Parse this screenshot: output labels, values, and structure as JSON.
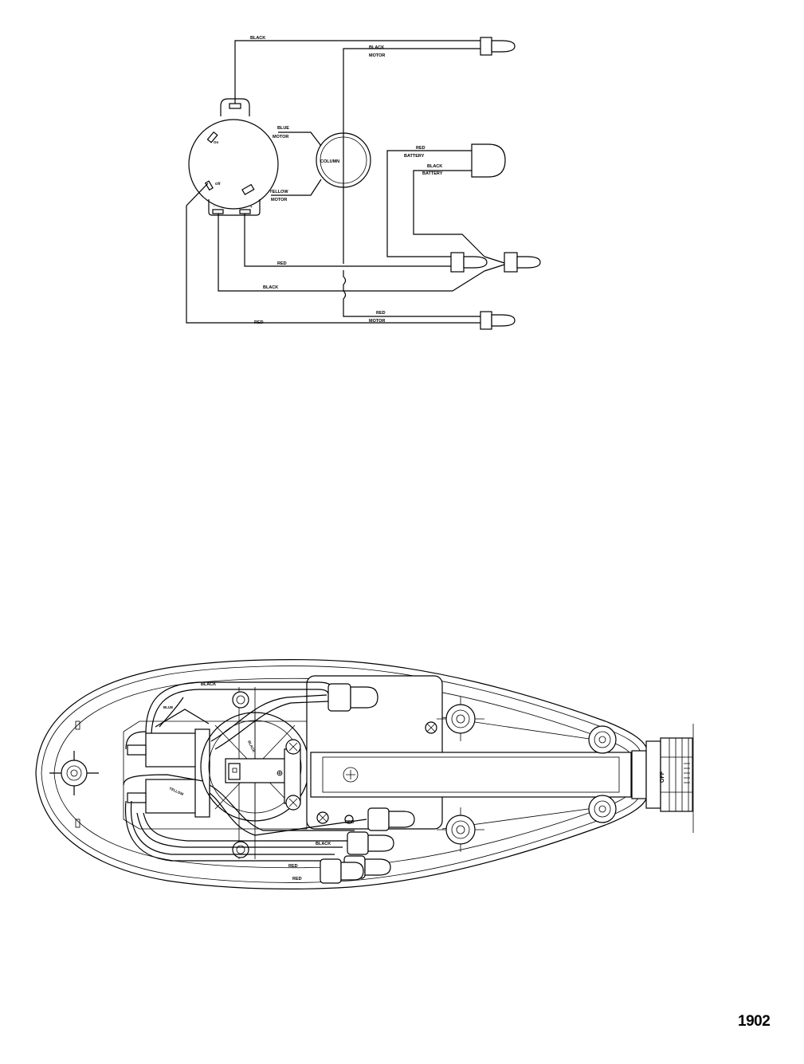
{
  "figure_number": "1902",
  "schematic": {
    "wire_black_top": "BLACK",
    "motor_black_color": "BLACK",
    "motor_black_motor": "MOTOR",
    "blue_color": "BLUE",
    "blue_motor": "MOTOR",
    "column": "COLUMN",
    "yellow_color": "YELLOW",
    "yellow_motor": "MOTOR",
    "battery_red_color": "RED",
    "battery_red_battery": "BATTERY",
    "battery_black_color": "BLACK",
    "battery_black_battery": "BATTERY",
    "wire_red_mid": "RED",
    "wire_black_mid": "BLACK",
    "motor_red_color": "RED",
    "motor_red_motor": "MOTOR",
    "wire_red_bottom": "RED",
    "switch_on_mark": "On",
    "switch_off_mark": "Off",
    "terminal_minus": "-",
    "terminal_plus": "+"
  },
  "head_view": {
    "black_top": "BLACK",
    "blue_label": "BLUE",
    "black_column": "BLACK",
    "yellow_label": "YELLOW",
    "red_upper": "RED",
    "black_lower": "BLACK",
    "red_mid": "RED",
    "red_bottom": "RED",
    "switch_off": "OFF"
  }
}
